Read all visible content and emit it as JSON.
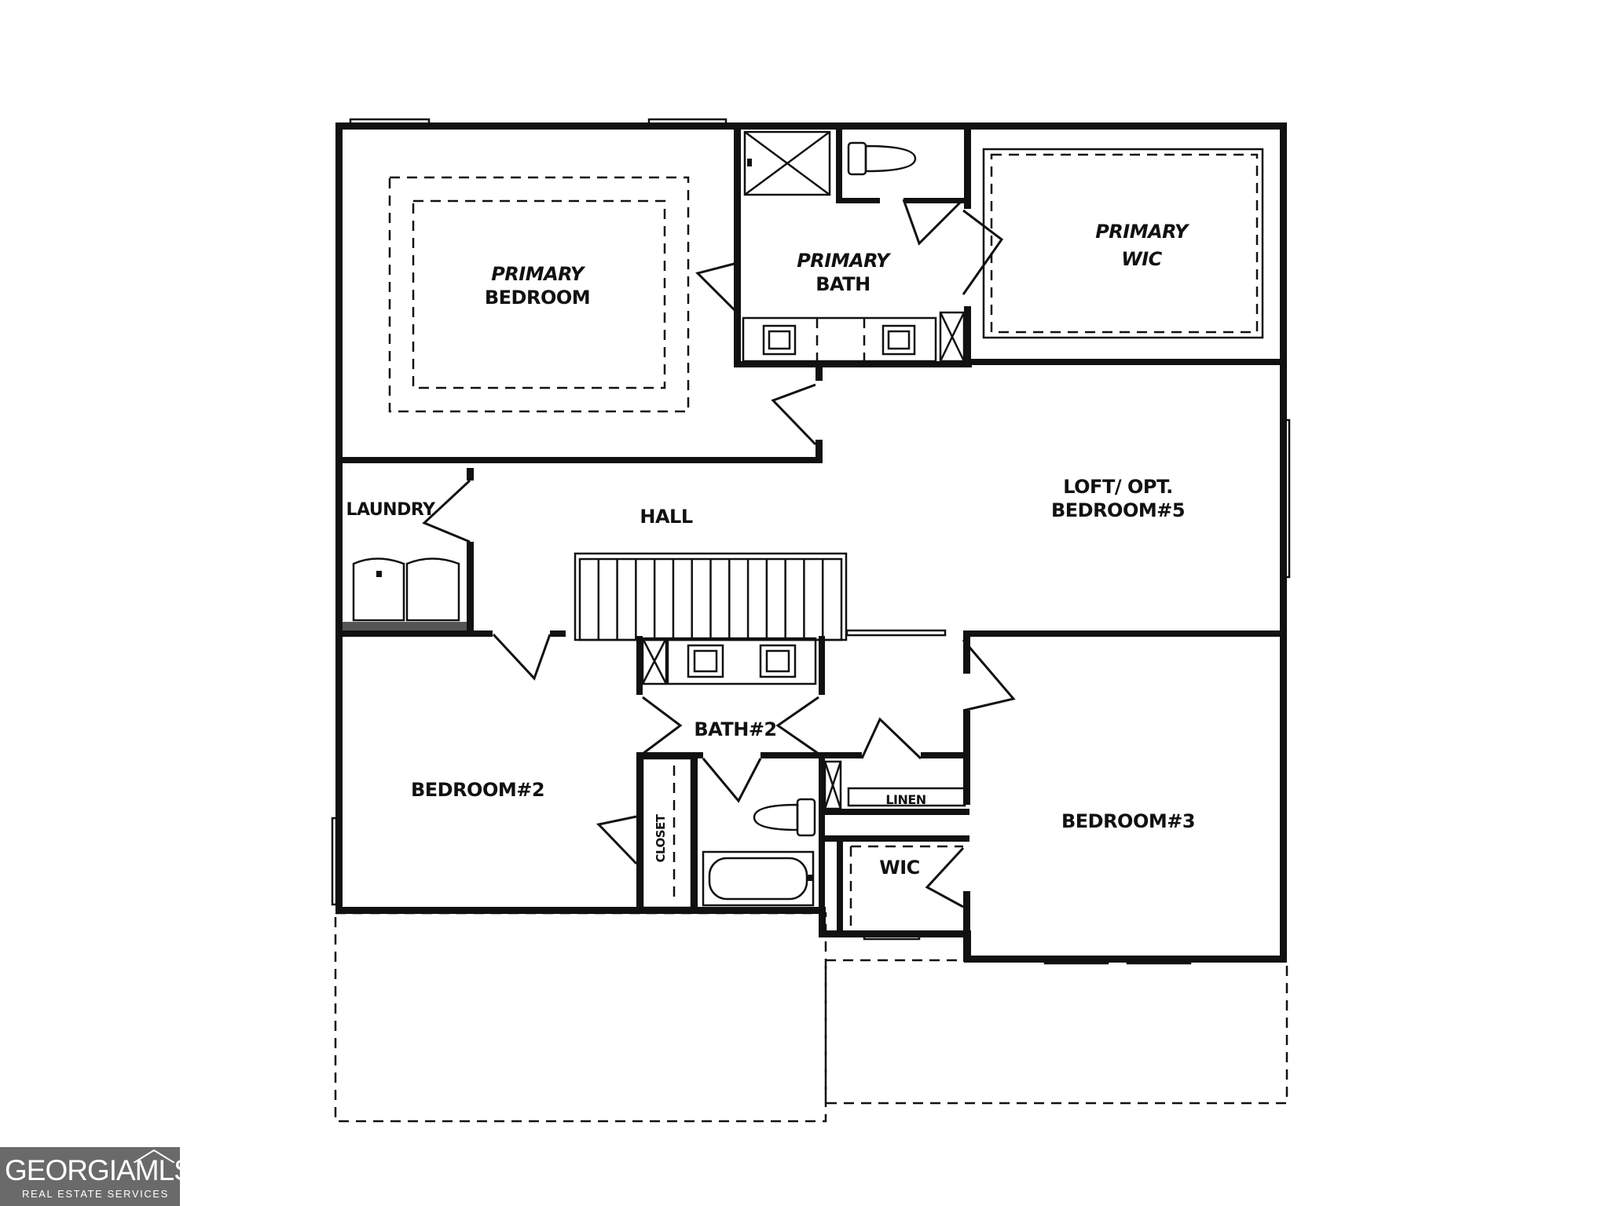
{
  "plan": {
    "rooms": {
      "primary_bedroom": [
        "PRIMARY",
        "BEDROOM"
      ],
      "primary_bath": [
        "PRIMARY",
        "BATH"
      ],
      "primary_wic": [
        "PRIMARY",
        "WIC"
      ],
      "laundry": "LAUNDRY",
      "hall": "HALL",
      "loft": [
        "LOFT/ OPT.",
        "BEDROOM#5"
      ],
      "bedroom_2": "BEDROOM#2",
      "bath_2": "BATH#2",
      "closet": "CLOSET",
      "linen": "LINEN",
      "wic": "WIC",
      "bedroom_3": "BEDROOM#3"
    }
  },
  "logo": {
    "brand": "GEORGIAMLS",
    "subtitle": "REAL ESTATE SERVICES"
  },
  "colors": {
    "ink": "#111111",
    "logo_bg": "#6a6a6a"
  }
}
